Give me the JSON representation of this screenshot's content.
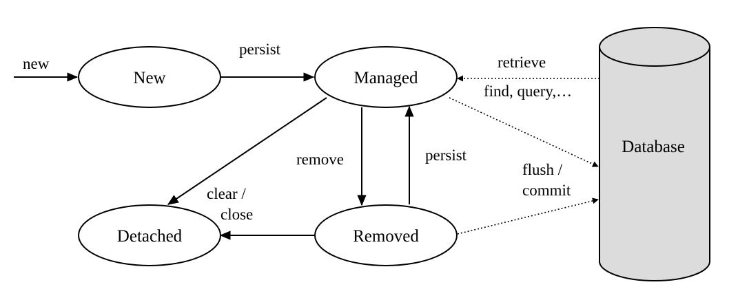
{
  "nodes": {
    "new": "New",
    "managed": "Managed",
    "detached": "Detached",
    "removed": "Removed",
    "database": "Database"
  },
  "edges": {
    "entry": "new",
    "persist_top": "persist",
    "retrieve": "retrieve",
    "find_query": "find, query,…",
    "remove": "remove",
    "persist_mid": "persist",
    "clear_line1": "clear /",
    "clear_line2": "close",
    "flush_line1": "flush /",
    "flush_line2": "commit"
  }
}
